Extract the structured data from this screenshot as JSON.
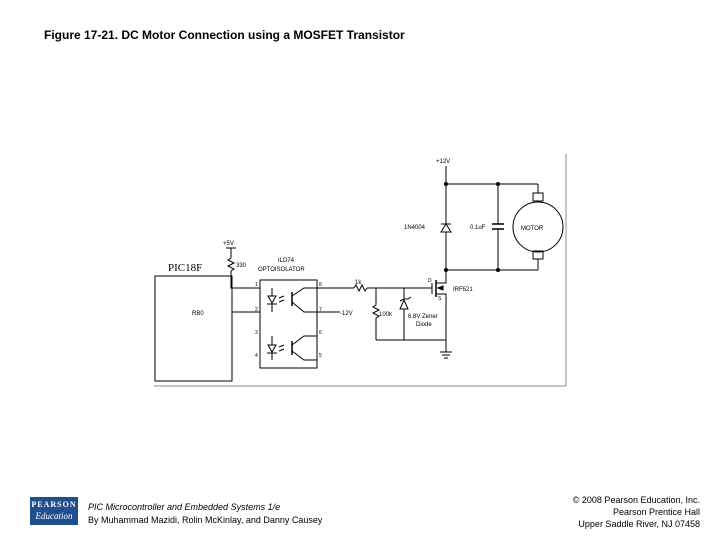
{
  "figure": {
    "title": "Figure 17-21. DC Motor Connection using a MOSFET Transistor"
  },
  "schematic": {
    "chip_label": "PIC18F",
    "chip_pin_label": "RB0",
    "vcc_label": "+5V",
    "r330_label": "330",
    "opto_part": "ILD74",
    "opto_name": "OPTOISOLATOR",
    "opto_pins": [
      "1",
      "2",
      "3",
      "4",
      "8",
      "7",
      "6",
      "5"
    ],
    "minus12_label": "-12V",
    "r1k_label": "1k",
    "r100k_label": "100k",
    "zener_label1": "6.8V Zener",
    "zener_label2": "Diode",
    "mosfet_label": "IRF521",
    "mosfet_d": "D",
    "mosfet_s": "S",
    "plus12_label": "+12V",
    "diode_label": "1N4004",
    "cap_label": "0.1uF",
    "motor_label": "MOTOR"
  },
  "footer": {
    "logo_line1": "PEARSON",
    "logo_line2": "Education",
    "book_title": "PIC Microcontroller and Embedded Systems 1/e",
    "authors": "By Muhammad Mazidi, Rolin McKinlay, and Danny Causey",
    "copyright": "© 2008 Pearson Education, Inc.",
    "imprint": "Pearson Prentice Hall",
    "location": "Upper Saddle River, NJ 07458"
  }
}
